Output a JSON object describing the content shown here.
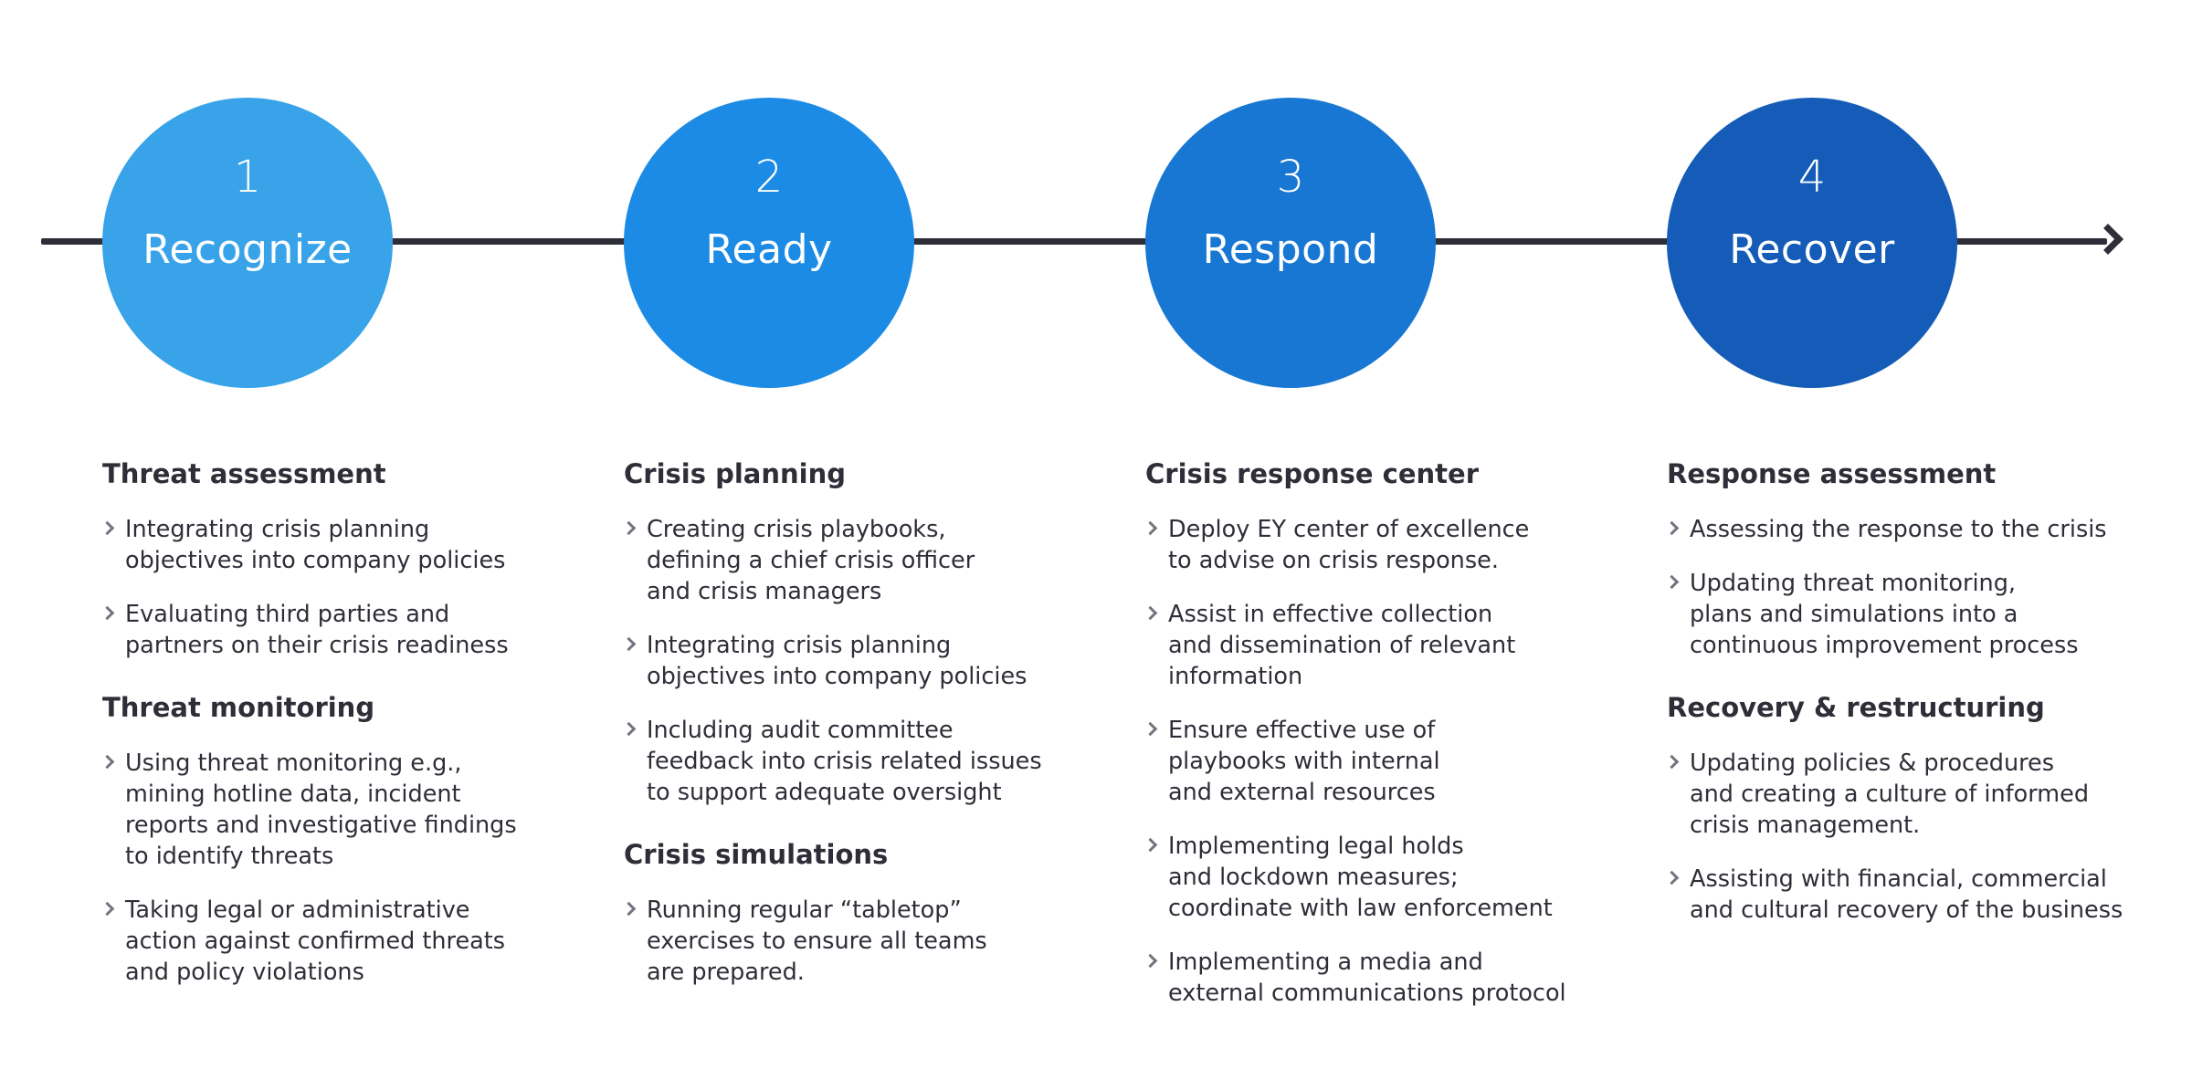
{
  "colors": {
    "line": "#2e2e38",
    "chevron": "#747480",
    "text": "#2e2e38",
    "phase1": "#38a3e8",
    "phase2": "#1b8be5",
    "phase3": "#1777d2",
    "phase4": "#145cb7"
  },
  "phases": [
    {
      "number": "1",
      "name": "Recognize",
      "sections": [
        {
          "heading": "Threat assessment",
          "items": [
            "Integrating crisis planning\nobjectives into company policies",
            "Evaluating third parties and\npartners on their crisis readiness"
          ]
        },
        {
          "heading": "Threat monitoring",
          "items": [
            "Using threat monitoring e.g.,\nmining hotline data, incident\nreports and investigative findings\nto identify threats",
            "Taking legal or administrative\naction against confirmed threats\nand policy violations"
          ]
        }
      ]
    },
    {
      "number": "2",
      "name": "Ready",
      "sections": [
        {
          "heading": "Crisis planning",
          "items": [
            "Creating crisis playbooks,\ndefining a chief crisis officer\nand crisis managers",
            "Integrating crisis planning\nobjectives into company policies",
            "Including audit committee\nfeedback into crisis related issues\nto support adequate oversight"
          ]
        },
        {
          "heading": "Crisis simulations",
          "items": [
            "Running regular “tabletop”\nexercises to ensure all teams\nare prepared."
          ]
        }
      ]
    },
    {
      "number": "3",
      "name": "Respond",
      "sections": [
        {
          "heading": "Crisis response center",
          "items": [
            "Deploy EY center of excellence\nto advise on crisis response.",
            "Assist in effective collection\nand dissemination of relevant\ninformation",
            "Ensure effective use of\nplaybooks with internal\nand external resources",
            "Implementing legal holds\nand lockdown measures;\ncoordinate with law enforcement",
            "Implementing a media and\nexternal communications protocol"
          ]
        }
      ]
    },
    {
      "number": "4",
      "name": "Recover",
      "sections": [
        {
          "heading": "Response assessment",
          "items": [
            "Assessing the response to the crisis",
            "Updating threat monitoring,\nplans and simulations into a\ncontinuous improvement process"
          ]
        },
        {
          "heading": "Recovery & restructuring",
          "items": [
            "Updating policies & procedures\nand creating a culture of informed\ncrisis management.",
            "Assisting with financial, commercial\nand cultural recovery of the business"
          ]
        }
      ]
    }
  ]
}
